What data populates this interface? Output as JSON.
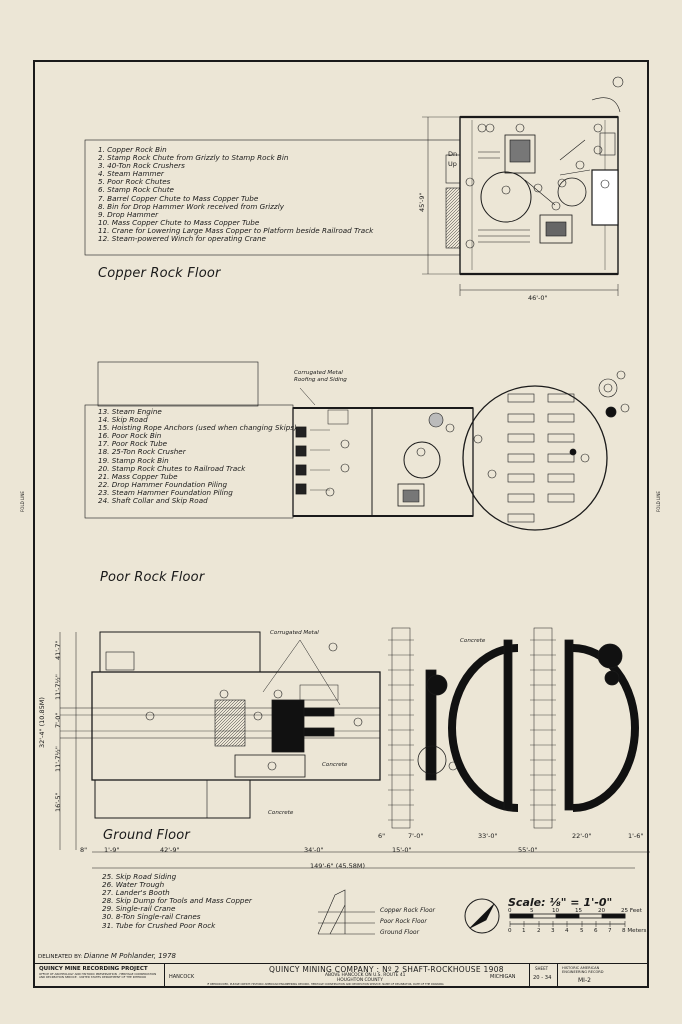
{
  "floors": {
    "copper": {
      "title": "Copper Rock Floor",
      "legend": [
        "1.   Copper Rock Bin",
        "2.   Stamp Rock Chute from Grizzly to Stamp Rock Bin",
        "3.   40-Ton Rock Crushers",
        "4.   Steam Hammer",
        "5.   Poor Rock Chutes",
        "6.   Stamp Rock Chute",
        "7.   Barrel Copper Chute to Mass Copper Tube",
        "8.   Bin for Drop Hammer Work received from Grizzly",
        "9.   Drop Hammer",
        "10.  Mass Copper Chute to Mass Copper Tube",
        "11.  Crane for Lowering Large Mass Copper to Platform beside Railroad Track",
        "12.  Steam-powered Winch for operating Crane"
      ],
      "dim_width": "46'-0\"",
      "dim_depth": "45'-9\"",
      "labels": [
        "Dn",
        "Up"
      ]
    },
    "poor": {
      "title": "Poor Rock Floor",
      "legend": [
        "13.  Steam Engine",
        "14.  Skip Road",
        "15.  Hoisting Rope Anchors (used when changing Skips)",
        "16.  Poor Rock Bin",
        "17.  Poor Rock Tube",
        "18.  25-Ton Rock Crusher",
        "19.  Stamp Rock Bin",
        "20.  Stamp Rock Chutes to Railroad Track",
        "21.  Mass Copper Tube",
        "22.  Drop Hammer Foundation Piling",
        "23.  Steam Hammer Foundation Piling",
        "24.  Shaft Collar and Skip Road"
      ],
      "note": "Corrugated Metal Roofing and Siding"
    },
    "ground": {
      "title": "Ground Floor",
      "legend": [
        "25.  Skip Road Siding",
        "26.  Water Trough",
        "27.  Lander's Booth",
        "28.  Skip Dump for Tools and Mass Copper",
        "29.  Single-rail Crane",
        "30.  8-Ton Single-rail Cranes",
        "31.  Tube for Crushed Poor Rock"
      ],
      "note_corrugated": "Corrugated Metal",
      "note_concrete": "Concrete",
      "dims_bottom": [
        "8\"",
        "1'-9\"",
        "42'-9\"",
        "34'-0\"",
        "15'-0\"",
        "55'-0\""
      ],
      "dims_total": "149'-6\" (45.58M)",
      "dims_top": [
        "7'-0\"",
        "33'-0\"",
        "22'-0\"",
        "1'-6\"",
        "6\""
      ],
      "dims_left": [
        "41'-7\"",
        "11'-7½\"",
        "7'-0\"",
        "11'-7½\"",
        "16'-5\""
      ],
      "dims_left_total": "32'-4\" (10.85M)"
    }
  },
  "section_key": {
    "labels": [
      "Copper Rock Floor",
      "Poor Rock Floor",
      "Ground Floor"
    ]
  },
  "scale": {
    "title": "Scale: ⅛\" = 1'-0\"",
    "feet_ticks": [
      "0",
      "5",
      "10",
      "15",
      "20",
      "25 Feet"
    ],
    "meter_ticks": [
      "0",
      "1",
      "2",
      "3",
      "4",
      "5",
      "6",
      "7",
      "8 Meters"
    ]
  },
  "delineated": {
    "label": "DELINEATED BY:",
    "name": "Dianne M Pohlander, 1978"
  },
  "title_block": {
    "project": "QUINCY MINE RECORDING PROJECT",
    "project_sub": "OFFICE OF ARCHEOLOGY AND HISTORIC PRESERVATION · HERITAGE CONSERVATION AND RECREATION SERVICE · UNITED STATES DEPARTMENT OF THE INTERIOR",
    "main_title": "QUINCY MINING COMPANY : Nº 2 SHAFT-ROCKHOUSE  1908",
    "location_line1": "ABOVE HANCOCK ON U.S. ROUTE 41",
    "location_line2": "HOUGHTON COUNTY",
    "city": "HANCOCK",
    "state": "MICHIGAN",
    "credit": "IF REPRODUCED, PLEASE CREDIT: HISTORIC AMERICAN ENGINEERING RECORD, HERITAGE CONSERVATION AND RECREATION SERVICE, NAME OF DELINEATOR, DATE OF THE DRAWING",
    "sheet_label": "SHEET",
    "sheet_value": "20 - 34",
    "haer_label": "HISTORIC AMERICAN ENGINEERING RECORD",
    "haer_number": "MI-2"
  },
  "margin_labels": [
    "FOLD LINE",
    "FOLD LINE"
  ]
}
